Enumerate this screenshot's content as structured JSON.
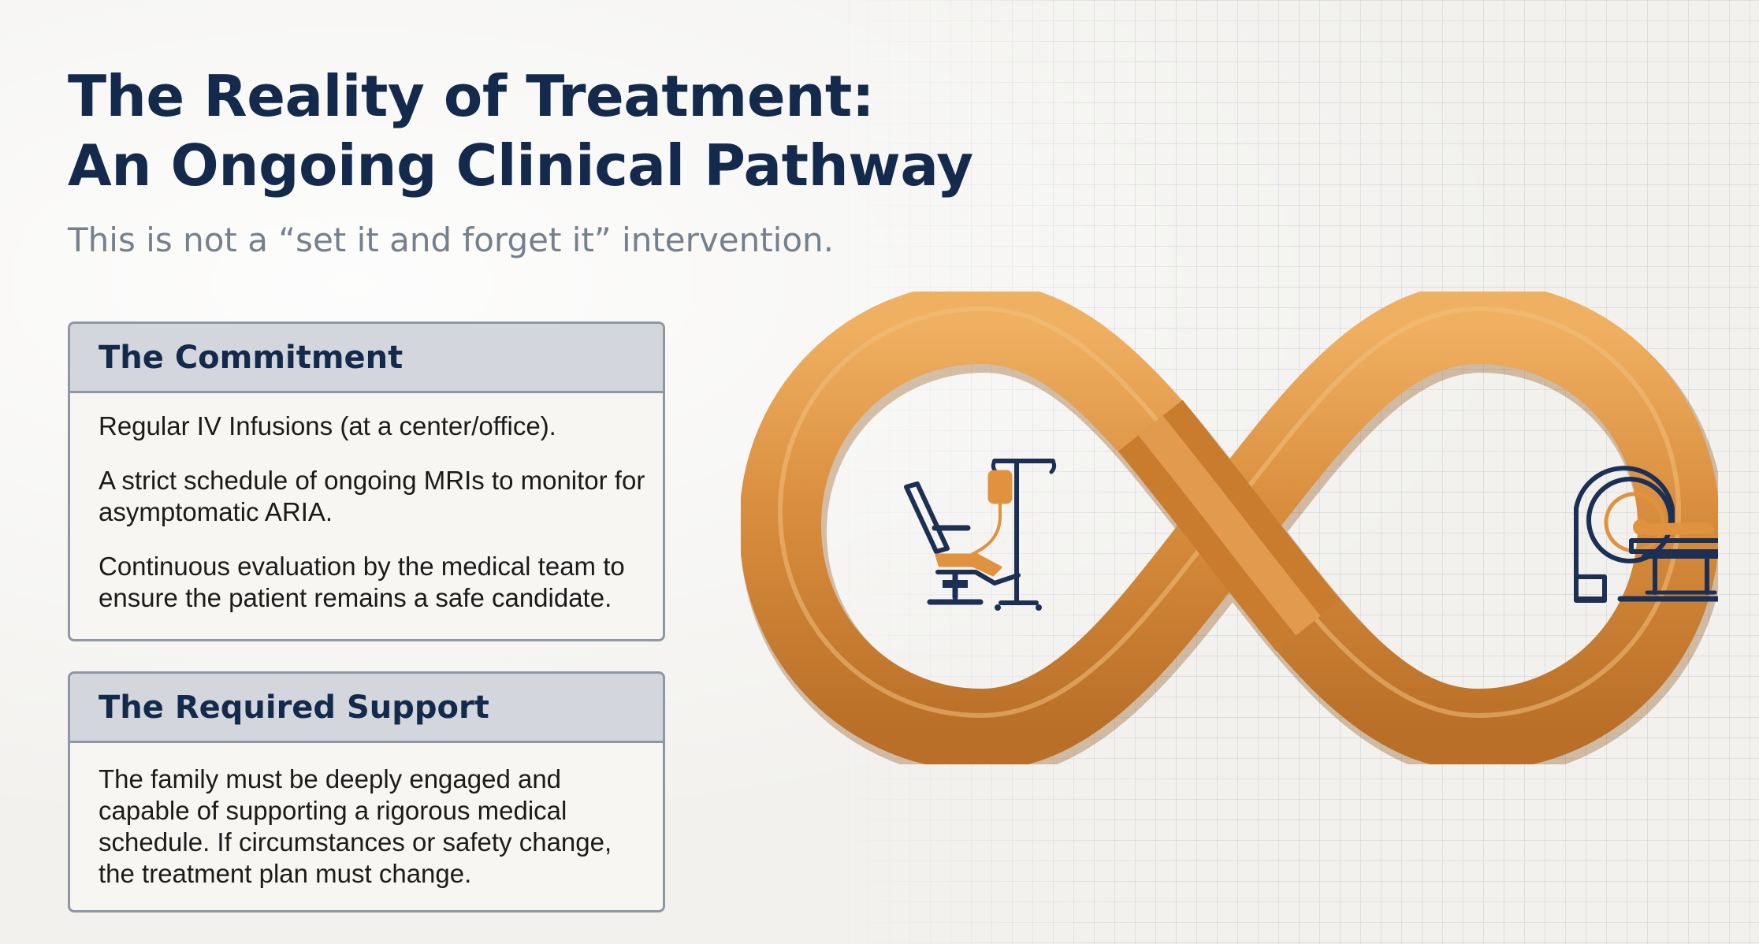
{
  "title": {
    "line1": "The Reality of Treatment:",
    "line2": "An Ongoing Clinical Pathway"
  },
  "subtitle": "This is not a “set it and forget it” intervention.",
  "commitment": {
    "heading": "The Commitment",
    "items": [
      "Regular IV Infusions (at a center/office).",
      "A strict schedule of ongoing MRIs to monitor for asymptomatic ARIA.",
      "Continuous evaluation by the medical team to ensure the patient remains a safe candidate."
    ]
  },
  "support": {
    "heading": "The Required Support",
    "text": "The family must be deeply engaged and capable of supporting a rigorous medical schedule. If circumstances or safety change, the treatment plan must change."
  },
  "diagram": {
    "loop_shape": "infinity",
    "left_icon": "infusion-chair-icon",
    "right_icon": "mri-scanner-icon",
    "colors": {
      "loop": "#d98e3e",
      "loop_dark": "#b36a23",
      "loop_light": "#f0b46a",
      "icon_navy": "#1c2f55",
      "icon_orange": "#e0923f"
    }
  }
}
